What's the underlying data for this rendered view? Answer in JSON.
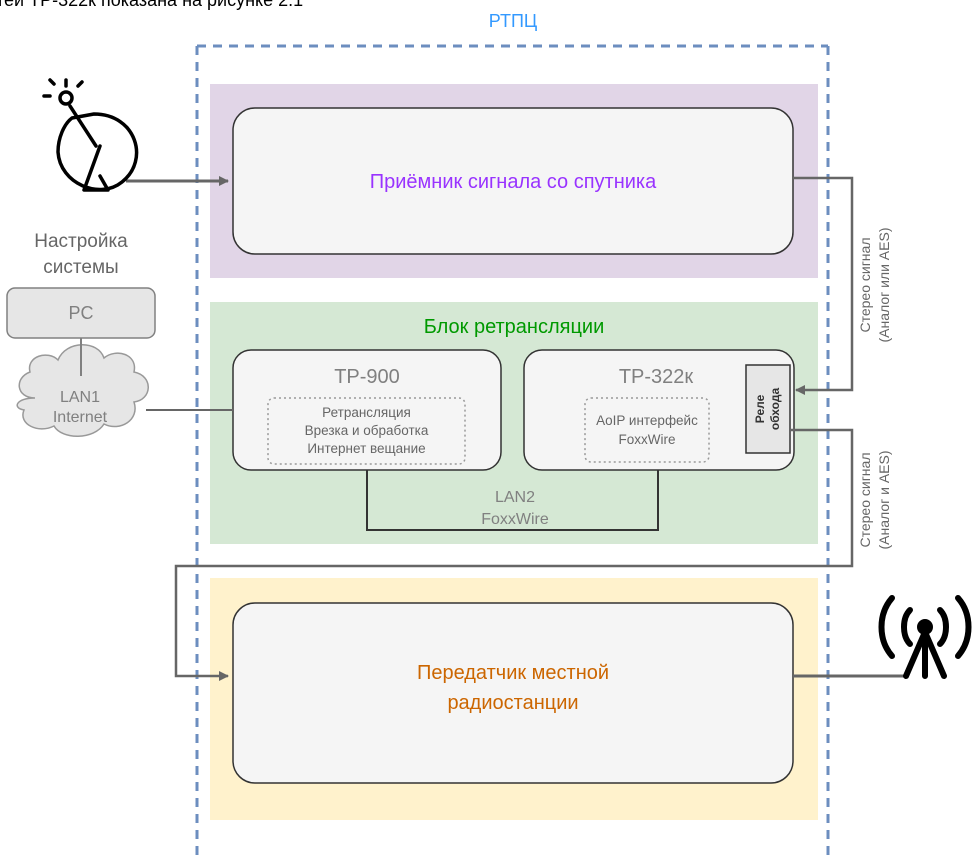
{
  "header_text": "тей TP-322к показана на рисунке 2.1",
  "rtpc_label": "РТПЦ",
  "colors": {
    "frame": "#6c8ebf",
    "receiver_zone": "#e1d5e7",
    "relay_zone": "#d5e8d4",
    "transmitter_zone": "#fff2cc",
    "box_fill": "#f5f5f5",
    "box_stroke": "#666666",
    "line": "#666666",
    "receiver_text": "#9933ff",
    "relay_text": "#009900",
    "transmitter_text": "#cc6600",
    "rtpc_text": "#3399ff",
    "pc_fill": "#e6e6e6",
    "grey_text": "#808080"
  },
  "receiver": {
    "label": "Приёмник сигнала со спутника"
  },
  "relay_block": {
    "title": "Блок ретрансляции"
  },
  "tp900": {
    "title": "TP-900",
    "features": [
      "Ретрансляция",
      "Врезка и обработка",
      "Интернет вещание"
    ]
  },
  "tp322": {
    "title": "TP-322к",
    "features": [
      "AoIP интерфейс",
      "FoxxWire"
    ],
    "bypass_relay": [
      "Реле",
      "обхода"
    ]
  },
  "lan2": {
    "line1": "LAN2",
    "line2": "FoxxWire"
  },
  "transmitter": {
    "line1": "Передатчик местной",
    "line2": "радиостанции"
  },
  "settings": {
    "line1": "Настройка",
    "line2": "системы"
  },
  "pc": {
    "label": "PC"
  },
  "lan1": {
    "line1": "LAN1",
    "line2": "Internet"
  },
  "signal_top": {
    "line1": "Стерео сигнал",
    "line2": "(Аналог или AES)"
  },
  "signal_bottom": {
    "line1": "Стерео сигнал",
    "line2": "(Аналог и AES)"
  },
  "icons": {
    "satellite": "satellite-dish-icon",
    "antenna": "radio-antenna-icon"
  }
}
